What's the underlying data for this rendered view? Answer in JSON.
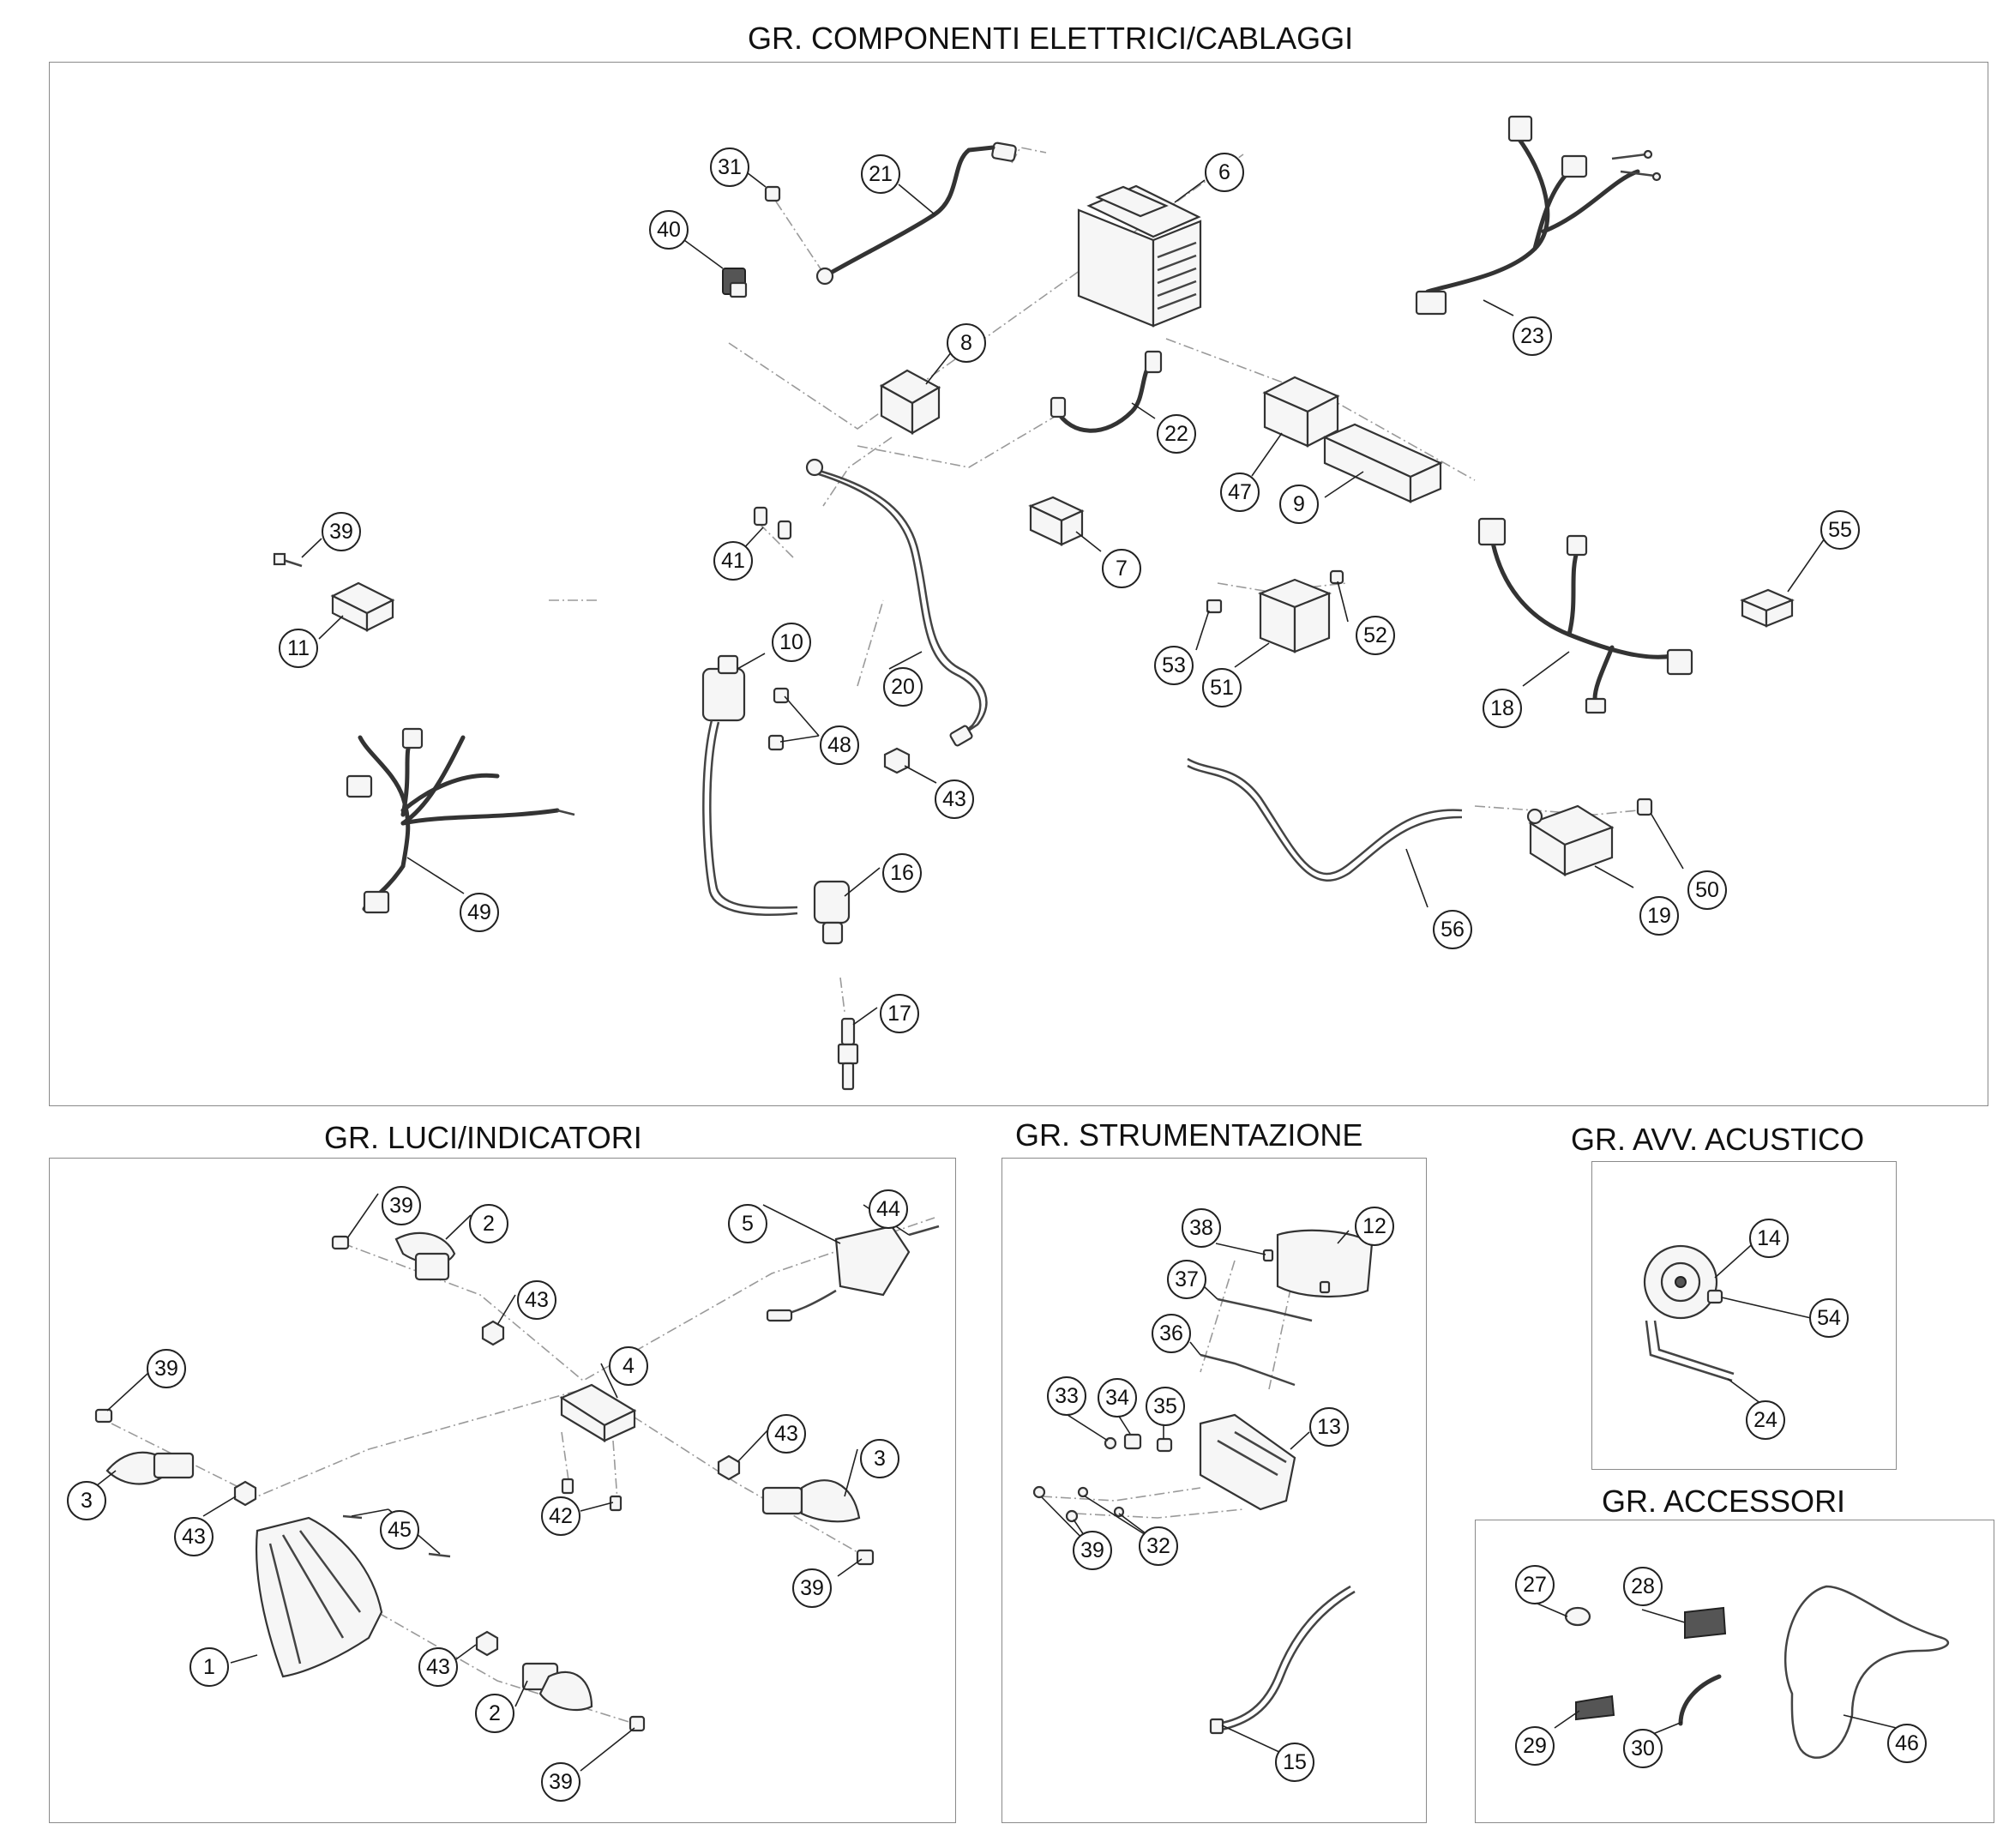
{
  "sections": {
    "electrical": {
      "title": "GR. COMPONENTI ELETTRICI/CABLAGGI"
    },
    "lights": {
      "title": "GR. LUCI/INDICATORI"
    },
    "instruments": {
      "title": "GR. STRUMENTAZIONE"
    },
    "horn": {
      "title": "GR. AVV. ACUSTICO"
    },
    "accessories": {
      "title": "GR. ACCESSORI"
    }
  },
  "callouts": [
    "31",
    "21",
    "40",
    "6",
    "23",
    "8",
    "22",
    "47",
    "9",
    "39",
    "41",
    "7",
    "55",
    "11",
    "10",
    "20",
    "53",
    "51",
    "52",
    "18",
    "48",
    "43",
    "49",
    "16",
    "56",
    "19",
    "50",
    "17",
    "39",
    "2",
    "5",
    "44",
    "43",
    "4",
    "39",
    "3",
    "43",
    "43",
    "3",
    "42",
    "45",
    "39",
    "1",
    "43",
    "2",
    "39",
    "38",
    "12",
    "37",
    "36",
    "33",
    "34",
    "35",
    "13",
    "39",
    "32",
    "15",
    "14",
    "54",
    "24",
    "27",
    "28",
    "29",
    "30",
    "46"
  ]
}
